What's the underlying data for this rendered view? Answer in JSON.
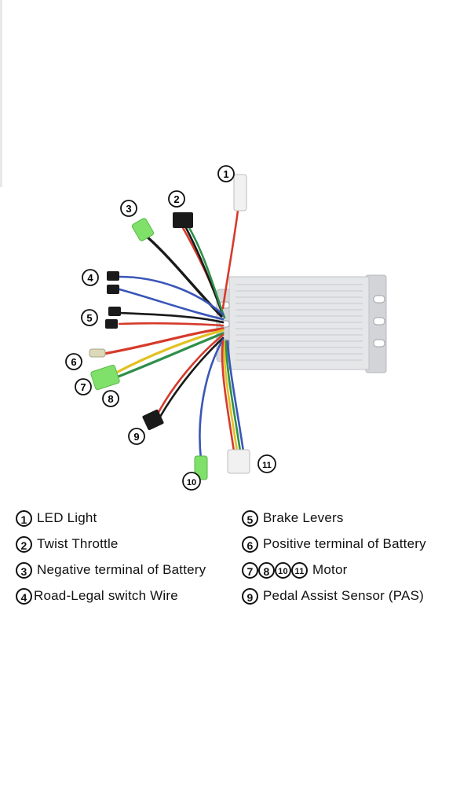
{
  "callouts": [
    "1",
    "2",
    "3",
    "4",
    "5",
    "6",
    "7",
    "8",
    "9",
    "10",
    "11"
  ],
  "legend": {
    "left": [
      {
        "num": "1",
        "text": "LED Light"
      },
      {
        "num": "2",
        "text": "Twist Throttle"
      },
      {
        "num": "3",
        "text": "Negative terminal of Battery"
      },
      {
        "num": "4",
        "text": "Road-Legal switch Wire"
      }
    ],
    "right": [
      {
        "num": "5",
        "text": "Brake Levers"
      },
      {
        "num": "6",
        "text": "Positive terminal of Battery"
      },
      {
        "nums": [
          "7",
          "8",
          "10",
          "11"
        ],
        "text": "Motor"
      },
      {
        "num": "9",
        "text": "Pedal Assist Sensor (PAS)"
      }
    ]
  },
  "colors": {
    "housing": "#e2e4e6",
    "red": "#d63a2a",
    "black": "#1a1a1a",
    "blue": "#3a56b8",
    "yellow": "#e2c020",
    "green": "#2e8f4a",
    "connector_green": "#7fe06a",
    "connector_white": "#f1f1f1"
  }
}
